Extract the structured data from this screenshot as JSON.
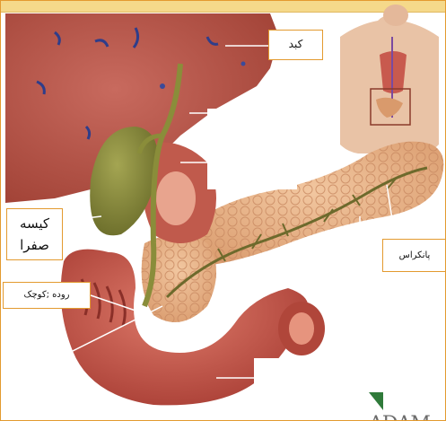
{
  "labels": {
    "liver": "کبد",
    "gallbladder": "کیسه صفرا",
    "pancreas": "پانکراس",
    "small_intestine": "روده ;کوچک"
  },
  "brand": {
    "logo_text": "ADAM",
    "logo_color": "#2f7a3a"
  },
  "colors": {
    "frame": "#e39a2f",
    "liver": "#b8574d",
    "gallbladder": "#8a8d3a",
    "pancreas": "#e6b08a",
    "intestine": "#c8574a"
  }
}
